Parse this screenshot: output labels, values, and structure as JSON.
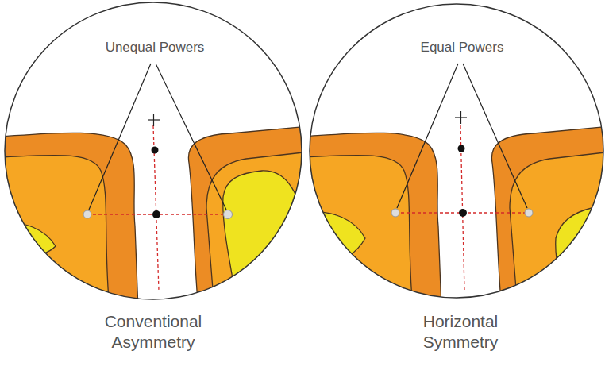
{
  "diagram": {
    "labels": [
      "Unequal Powers",
      "Equal Powers",
      "Conventional Asymmetry",
      "Horizontal Symmetry"
    ]
  }
}
